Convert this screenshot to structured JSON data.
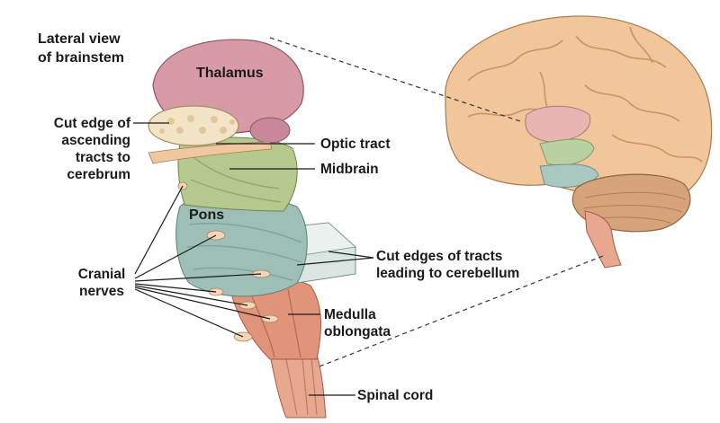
{
  "title": [
    "Lateral view",
    "of brainstem"
  ],
  "labels": {
    "thalamus": "Thalamus",
    "pons": "Pons",
    "optic_tract": "Optic tract",
    "midbrain": "Midbrain",
    "cut_edge_ascending": [
      "Cut edge of",
      "ascending",
      "tracts to",
      "cerebrum"
    ],
    "cut_edges_tracts": [
      "Cut edges of tracts",
      "leading to cerebellum"
    ],
    "cranial_nerves": [
      "Cranial",
      "nerves"
    ],
    "medulla": [
      "Medulla",
      "oblongata"
    ],
    "spinal_cord": "Spinal cord"
  },
  "colors": {
    "thalamus": "#d99aa8",
    "midbrain": "#b5c98e",
    "pons": "#9ebfb5",
    "medulla": "#e0957a",
    "spinal_cord": "#e8a890",
    "cerebrum": "#f0c69a",
    "cerebellum": "#d6a37a",
    "nerve": "#f3d6b8"
  }
}
